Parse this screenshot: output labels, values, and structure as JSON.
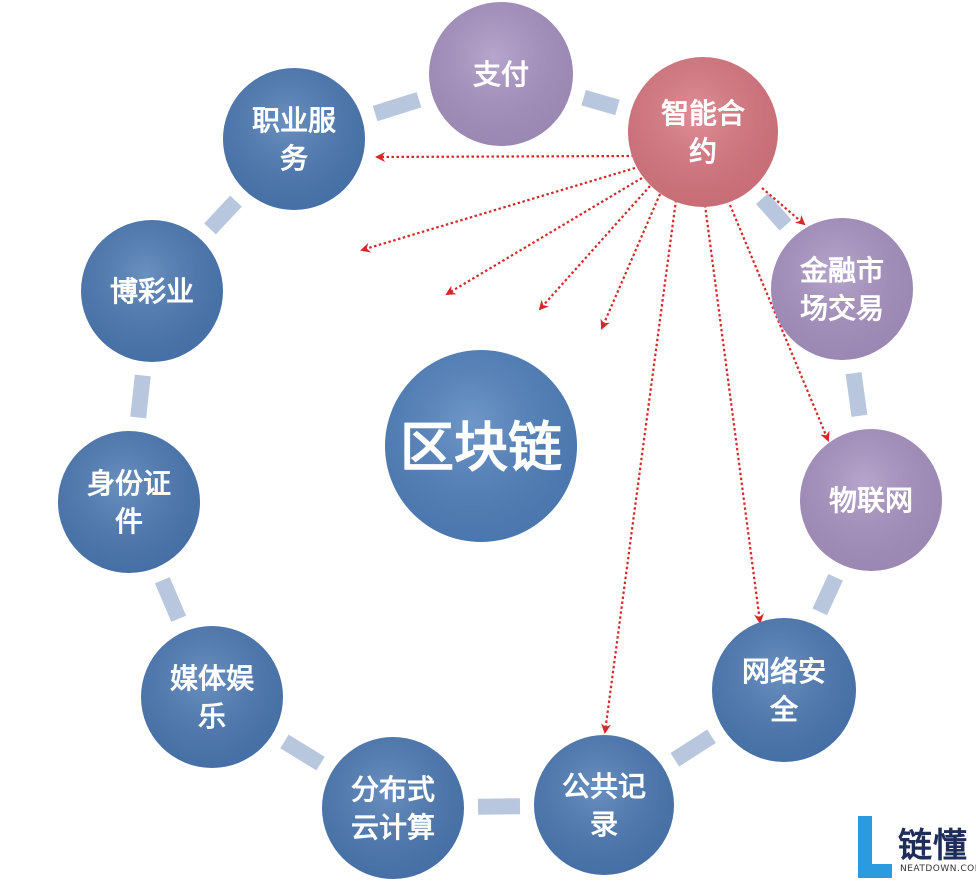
{
  "center": {
    "label": "区块链",
    "color": "#4f80bd"
  },
  "colors": {
    "blue_node": "#4a78b3",
    "purple_node": "#a792c2",
    "smart_contract": "#d97680",
    "ring": "#b8c7dd",
    "arrow": "#d6282a"
  },
  "nodes": [
    {
      "id": "payment",
      "lines": [
        "支付"
      ],
      "kind": "purple"
    },
    {
      "id": "smart-contract",
      "lines": [
        "智能合",
        "约"
      ],
      "kind": "red"
    },
    {
      "id": "financial-market",
      "lines": [
        "金融市",
        "场交易"
      ],
      "kind": "purple"
    },
    {
      "id": "iot",
      "lines": [
        "物联网"
      ],
      "kind": "purple"
    },
    {
      "id": "network-security",
      "lines": [
        "网络安",
        "全"
      ],
      "kind": "blue"
    },
    {
      "id": "public-records",
      "lines": [
        "公共记",
        "录"
      ],
      "kind": "blue"
    },
    {
      "id": "distributed-cloud",
      "lines": [
        "分布式",
        "云计算"
      ],
      "kind": "blue"
    },
    {
      "id": "media-entertainment",
      "lines": [
        "媒体娱",
        "乐"
      ],
      "kind": "blue"
    },
    {
      "id": "identity-documents",
      "lines": [
        "身份证",
        "件"
      ],
      "kind": "blue"
    },
    {
      "id": "gambling",
      "lines": [
        "博彩业"
      ],
      "kind": "blue"
    },
    {
      "id": "professional-services",
      "lines": [
        "职业服",
        "务"
      ],
      "kind": "blue"
    }
  ],
  "watermark": {
    "name": "链懂",
    "site": "NEATDOWN.COM",
    "color": "#1f2d5a"
  }
}
